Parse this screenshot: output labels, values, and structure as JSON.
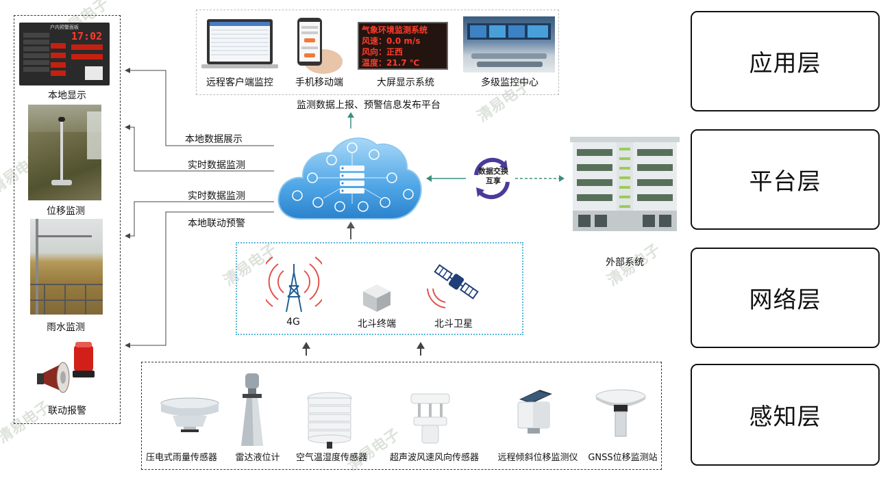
{
  "layers": [
    "应用层",
    "平台层",
    "网络层",
    "感知层"
  ],
  "local": {
    "items": [
      "本地显示",
      "位移监测",
      "雨水监测",
      "联动报警"
    ],
    "screen_title": "户内预警面板",
    "screen_time": "17:02"
  },
  "links": [
    "本地数据展示",
    "实时数据监测",
    "实时数据监测",
    "本地联动预警"
  ],
  "apps": {
    "items": [
      "远程客户端监控",
      "手机移动端",
      "大屏显示系统",
      "多级监控中心"
    ],
    "platform_caption": "监测数据上报、预警信息发布平台",
    "led_lines": [
      "气象环境监测系统",
      "风速：0.0  m/s",
      "风向：正西",
      "温度：21.7 ℃"
    ]
  },
  "exchange": "数据交换互享",
  "external": "外部系统",
  "network": [
    "4G",
    "北斗终端",
    "北斗卫星"
  ],
  "sensors": [
    "压电式雨量传感器",
    "雷达液位计",
    "空气温湿度传感器",
    "超声波风速风向传感器",
    "远程倾斜位移监测仪",
    "GNSS位移监测站"
  ],
  "cloud_icons": [
    "云服务"
  ],
  "watermark": "清易电子",
  "colors": {
    "arrow": "#3a8f7d",
    "cloud": "#2f8fd6",
    "led": "#ff3322",
    "dots": "#5ab6d8"
  }
}
